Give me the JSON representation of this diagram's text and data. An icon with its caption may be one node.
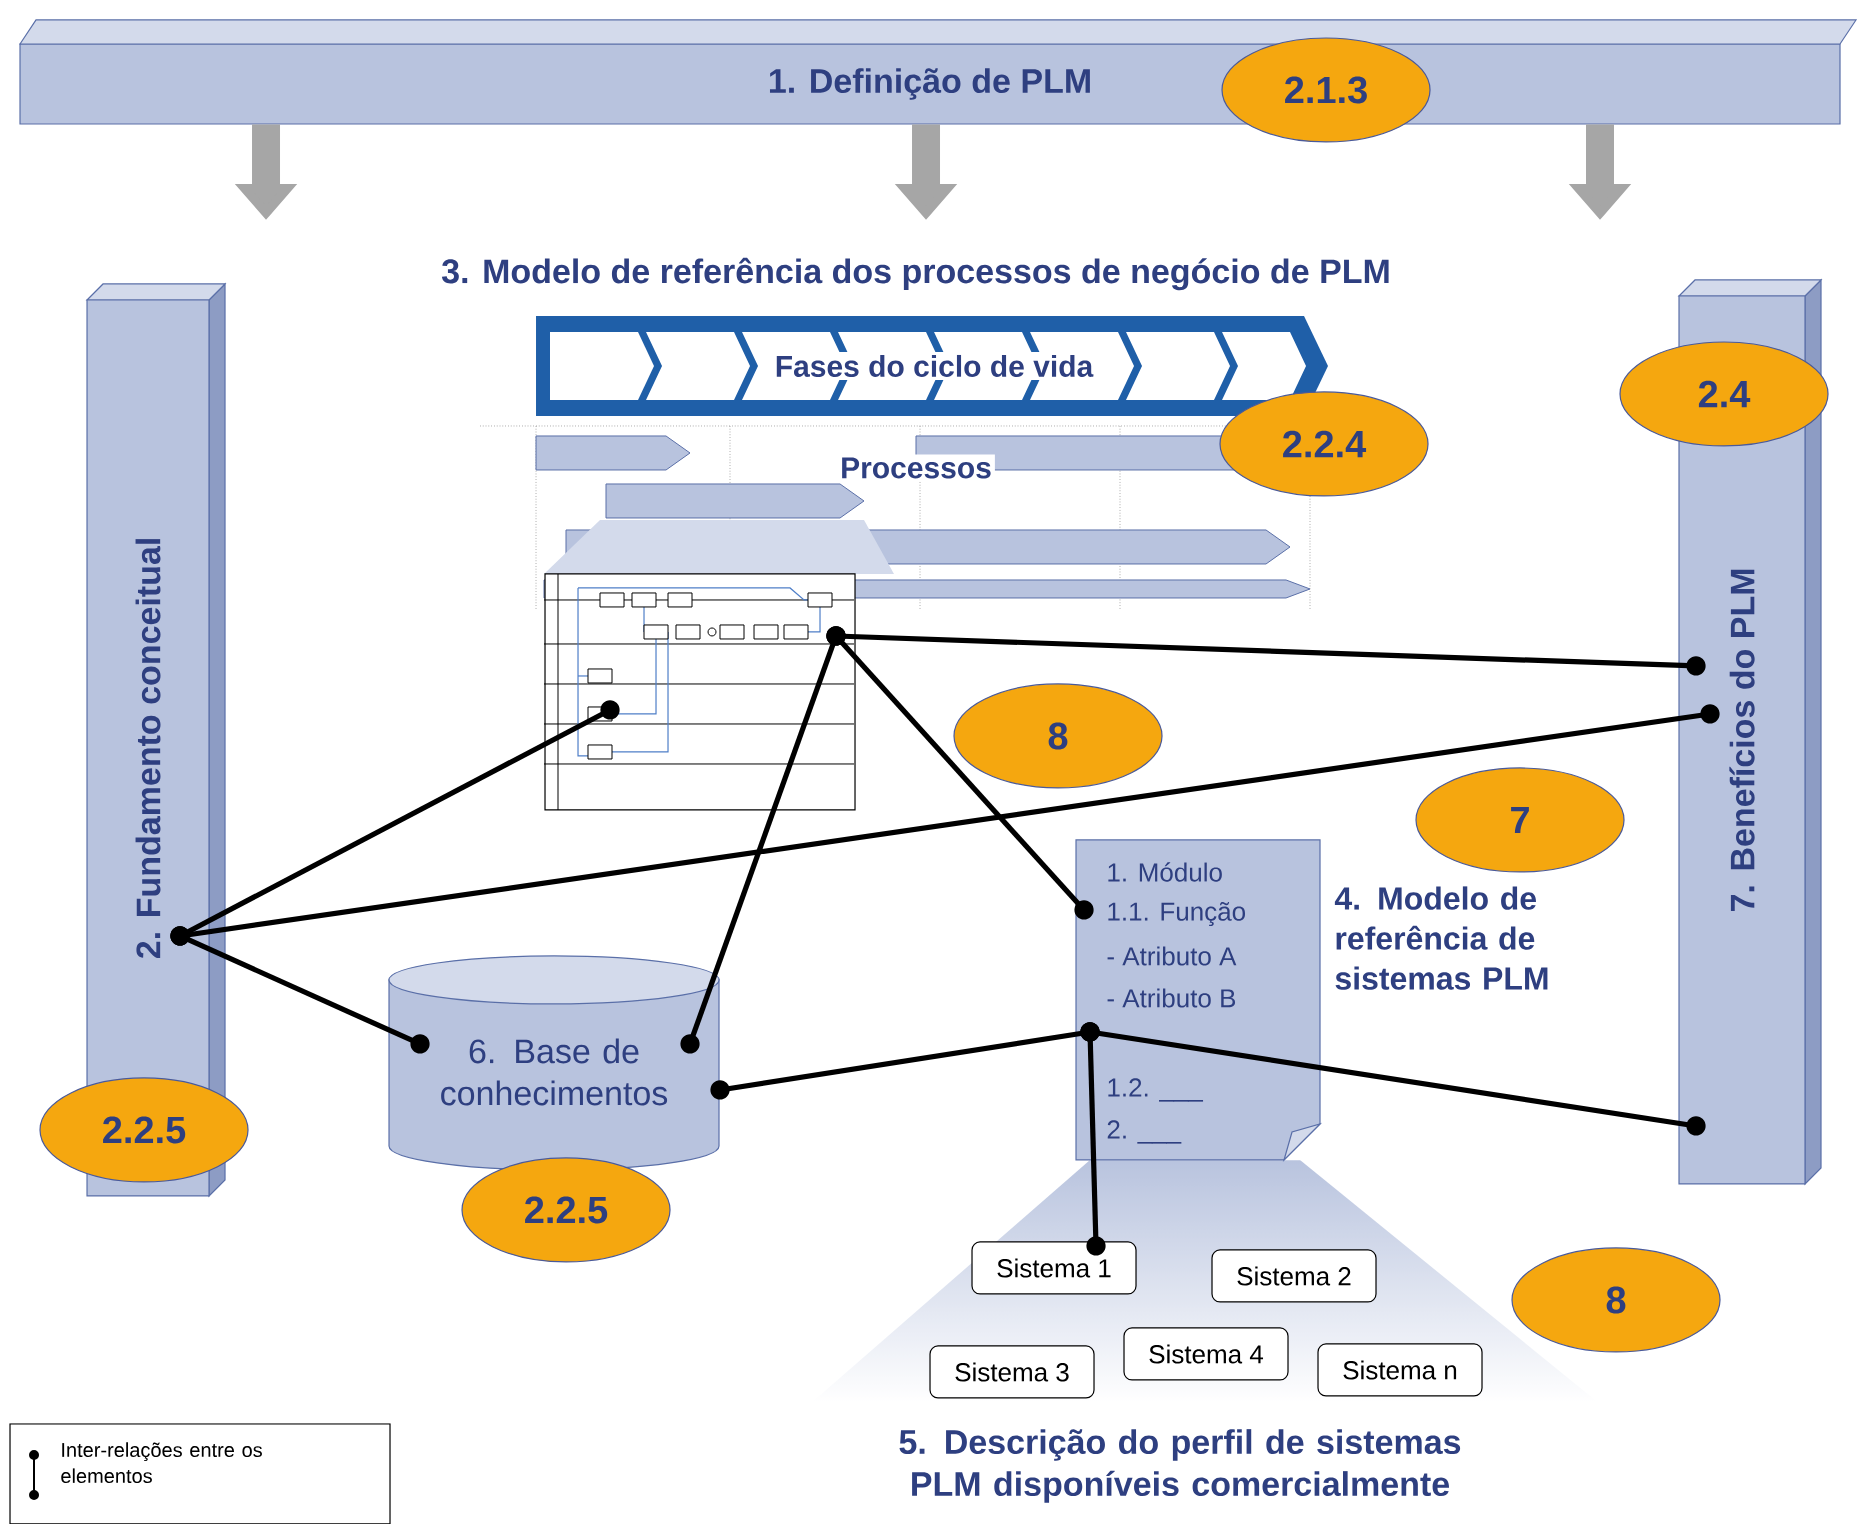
{
  "diagram": {
    "nodes": [
      {
        "text": [
          "1. Definição de PLM"
        ]
      },
      {
        "text": [
          "2.1.3"
        ]
      },
      {
        "text": [
          "Fases do ciclo de vida"
        ]
      },
      {
        "text": [
          "2.4"
        ]
      },
      {
        "text": [
          "2. Fundamento conceitual"
        ]
      },
      {
        "text": [
          "7. Benefícios do PLM"
        ]
      },
      {
        "text": [
          "Processos"
        ]
      },
      {
        "text": [
          "2.2.4"
        ]
      },
      {
        "text": [],
        "shape": "picture"
      },
      {
        "text": [
          "8"
        ]
      },
      {
        "text": [
          "7"
        ]
      },
      {
        "text": [
          "1. Módulo",
          "1.1. Função",
          "- Atributo A",
          "- Atributo B",
          "1.2. ___",
          "2. ___"
        ],
        "beside": [
          "4. Modelo de referência de sistemas PLM"
        ]
      },
      {
        "text": [
          "6. Base de conhecimentos"
        ]
      },
      {
        "text": [
          "2.2.5"
        ]
      },
      {
        "text": [
          "2.2.5"
        ]
      },
      {
        "text": [
          "Sistema 1"
        ]
      },
      {
        "text": [
          "Sistema 2"
        ]
      },
      {
        "text": [
          "Sistema 3"
        ]
      },
      {
        "text": [
          "Sistema 4"
        ]
      },
      {
        "text": [
          "Sistema n"
        ]
      },
      {
        "text": [
          "8"
        ]
      }
    ],
    "edges": [
      {
        "from": 0,
        "to": null,
        "arrow": "to",
        "style": "thick",
        "color": "#a6a6a6"
      },
      {
        "from": 0,
        "to": null,
        "arrow": "to",
        "style": "thick",
        "color": "#a6a6a6"
      },
      {
        "from": 0,
        "to": null,
        "arrow": "to",
        "style": "thick",
        "color": "#a6a6a6"
      },
      {
        "from": 4,
        "to": 8,
        "arrow": "other"
      },
      {
        "from": 4,
        "to": 5,
        "arrow": "other"
      },
      {
        "from": 4,
        "to": 12,
        "arrow": "other"
      },
      {
        "from": 8,
        "to": 5,
        "arrow": "other"
      },
      {
        "from": 8,
        "to": 12,
        "arrow": "other"
      },
      {
        "from": 8,
        "to": 11,
        "arrow": "other"
      },
      {
        "from": 12,
        "to": 11,
        "arrow": "other"
      },
      {
        "from": 11,
        "to": 5,
        "arrow": "other"
      },
      {
        "from": 11,
        "to": 15,
        "arrow": "other"
      }
    ],
    "labels": [
      "3. Modelo de referência dos processos de negócio de PLM",
      "5. Descrição do perfil de sistemas PLM disponíveis comercialmente"
    ],
    "legend": [
      {
        "text": "Inter-relações entre os elementos"
      }
    ]
  }
}
